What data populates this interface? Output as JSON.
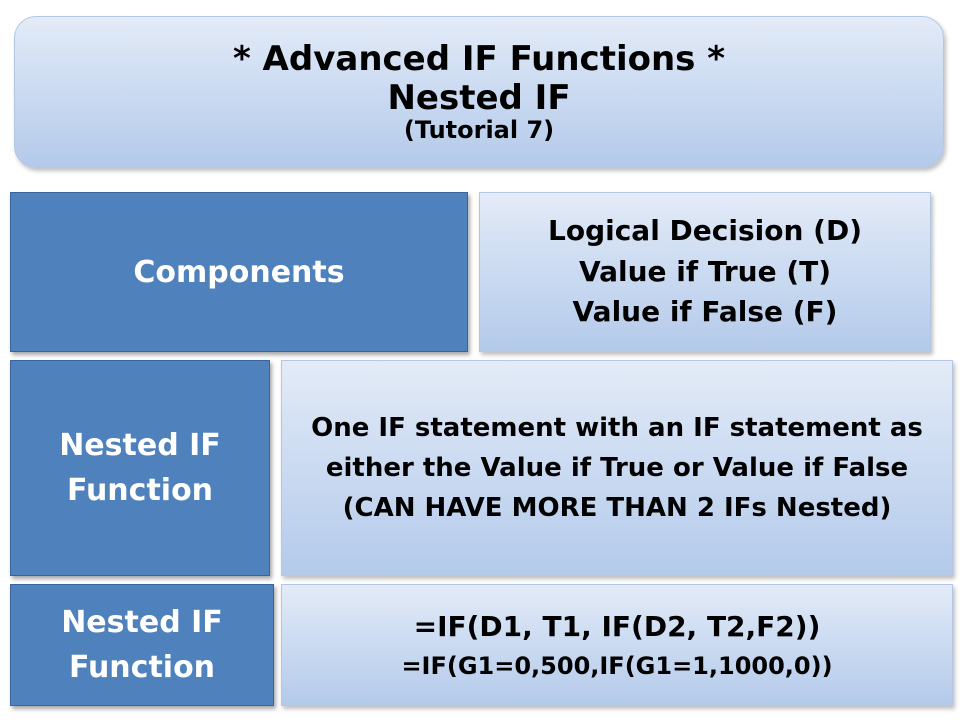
{
  "title": {
    "line1": "* Advanced IF Functions *",
    "line2": "Nested IF",
    "line3": "(Tutorial 7)"
  },
  "components": {
    "label": "Components",
    "items": [
      "Logical Decision (D)",
      "Value if True (T)",
      "Value if False (F)"
    ]
  },
  "nested_description": {
    "label_line1": "Nested IF",
    "label_line2": "Function",
    "text": "One IF statement with an IF statement as either the Value if True or Value if False (CAN HAVE MORE THAN 2 IFs Nested)"
  },
  "nested_syntax": {
    "label_line1": "Nested IF",
    "label_line2": "Function",
    "formula_general": "=IF(D1, T1, IF(D2, T2,F2))",
    "formula_example": "=IF(G1=0,500,IF(G1=1,1000,0))"
  },
  "colors": {
    "dark_box": "#4f81bd",
    "light_box": "#cddcf2"
  }
}
